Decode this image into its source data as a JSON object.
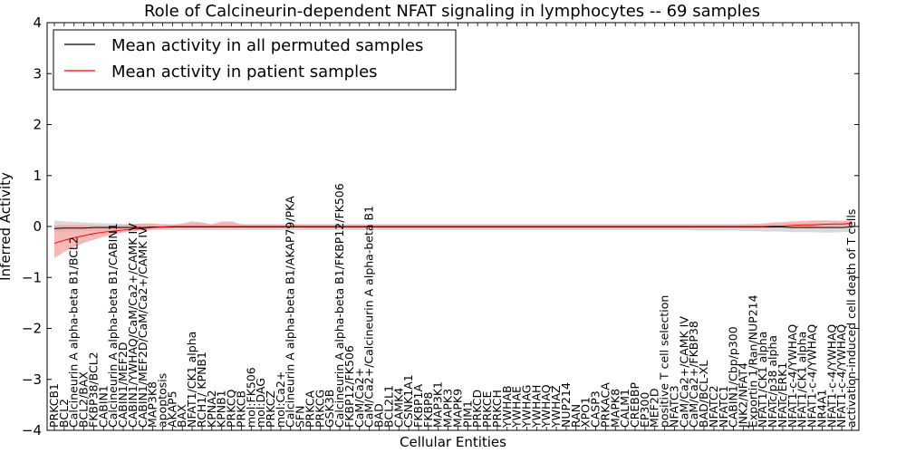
{
  "chart_data": {
    "type": "line",
    "title": "Role of Calcineurin-dependent NFAT signaling in lymphocytes -- 69 samples",
    "xlabel": "Cellular Entities",
    "ylabel": "Inferred Activity",
    "ylim": [
      -4,
      4
    ],
    "yticks": [
      -4,
      -3,
      -2,
      -1,
      0,
      1,
      2,
      3,
      4
    ],
    "legend": {
      "position": "top-left",
      "entries": [
        {
          "label": "Mean activity in all permuted samples",
          "color": "#000000"
        },
        {
          "label": "Mean activity in patient samples",
          "color": "#ff0000"
        }
      ]
    },
    "categories": [
      "PRKCB1",
      "BCL2",
      "Calcineurin A alpha-beta B1/BCL2",
      "BCL2/BAX",
      "FKBP38/BCL2",
      "CABIN1",
      "Calcineurin A alpha-beta B1/CABIN1",
      "CABIN1/MEF2D",
      "CABIN1/YWHAQ/CaM/Ca2+/CAMK IV",
      "CABIN1/MEF2D/CaM/Ca2+/CAMK IV",
      "MAP3K8",
      "apoptosis",
      "AKAP5",
      "BAX",
      "NFAT1/CK1 alpha",
      "RCH1/ KPNB1",
      "KPNA2",
      "KPNB1",
      "PRKCQ",
      "PRKCB",
      "mol:FK506",
      "mol:DAG",
      "PRKCZ",
      "mol:Ca2+",
      "Calcineurin A alpha-beta B1/AKAP79/PKA",
      "SFN",
      "PRKCA",
      "PRKCG",
      "GSK3B",
      "Calcineurin A alpha-beta B1/FKBP12/FK506",
      "FKBP12/FK506",
      "CaM/Ca2+",
      "CaM/Ca2+/Calcineurin A alpha-beta B1",
      "BAD",
      "BCL2L1",
      "CAMK4",
      "CSNK1A1",
      "FKBP1A",
      "FKBP8",
      "MAP3K1",
      "MAPK3",
      "MAPK9",
      "PIM1",
      "PRKCD",
      "PRKCE",
      "PRKCH",
      "YWHAB",
      "YWHAE",
      "YWHAG",
      "YWHAH",
      "YWHAQ",
      "YWHAZ",
      "NUP214",
      "RAN",
      "XPO1",
      "CASP3",
      "PRKACA",
      "MAPK8",
      "CALM1",
      "CREBBP",
      "EP300",
      "MEF2D",
      "positive T cell selection",
      "NFATC3",
      "CaM/Ca2+/CAMK IV",
      "CaM/Ca2+/FKBP38",
      "BAD/BCL-XL",
      "NFATC2",
      "NFATC1",
      "CABIN1/Cbp/p300",
      "JNK2/NFAT4",
      "Exportin 1/Ran/NUP214",
      "NFAT1/CK1 alpha",
      "NFATc/p38 alpha",
      "NFATc/ERK1",
      "NFAT1-c-4/YWHAQ",
      "NFAT1/CK1 alpha",
      "NFAT1-c-4/YWHAQ",
      "NR4A1",
      "NFAT1-c-4/YWHAQ",
      "NFAT1-c-4/YWHAQ",
      "activation-induced cell death of T cells"
    ],
    "series": [
      {
        "name": "Mean activity in all permuted samples",
        "color": "#000000",
        "values": [
          -0.04,
          -0.03,
          -0.03,
          -0.03,
          -0.02,
          -0.02,
          -0.02,
          -0.02,
          -0.02,
          -0.02,
          -0.01,
          -0.01,
          -0.01,
          -0.01,
          -0.01,
          -0.01,
          -0.01,
          -0.01,
          -0.01,
          -0.01,
          -0.01,
          -0.01,
          -0.01,
          -0.01,
          -0.01,
          -0.01,
          -0.01,
          -0.01,
          -0.01,
          -0.01,
          -0.01,
          -0.01,
          -0.01,
          -0.01,
          -0.01,
          -0.01,
          -0.01,
          -0.01,
          -0.01,
          -0.01,
          -0.01,
          -0.01,
          -0.01,
          -0.01,
          -0.01,
          -0.01,
          -0.01,
          -0.01,
          -0.01,
          -0.01,
          -0.01,
          -0.01,
          -0.01,
          -0.01,
          -0.01,
          -0.01,
          -0.01,
          -0.01,
          -0.01,
          -0.01,
          -0.01,
          -0.01,
          -0.01,
          -0.01,
          -0.01,
          -0.01,
          -0.01,
          -0.01,
          -0.01,
          -0.01,
          -0.01,
          -0.01,
          -0.01,
          -0.01,
          -0.01,
          -0.02,
          -0.02,
          -0.02,
          -0.02,
          -0.02,
          -0.02,
          -0.01
        ],
        "band": {
          "color": "#cccccc",
          "lower": [
            -0.11,
            -0.1,
            -0.1,
            -0.09,
            -0.09,
            -0.08,
            -0.08,
            -0.08,
            -0.08,
            -0.08,
            -0.07,
            -0.07,
            -0.07,
            -0.07,
            -0.07,
            -0.07,
            -0.07,
            -0.07,
            -0.07,
            -0.07,
            -0.07,
            -0.07,
            -0.07,
            -0.07,
            -0.07,
            -0.07,
            -0.07,
            -0.07,
            -0.07,
            -0.07,
            -0.07,
            -0.07,
            -0.07,
            -0.07,
            -0.07,
            -0.07,
            -0.07,
            -0.07,
            -0.07,
            -0.07,
            -0.07,
            -0.07,
            -0.07,
            -0.07,
            -0.07,
            -0.07,
            -0.07,
            -0.07,
            -0.07,
            -0.07,
            -0.07,
            -0.07,
            -0.07,
            -0.07,
            -0.07,
            -0.07,
            -0.07,
            -0.07,
            -0.07,
            -0.07,
            -0.07,
            -0.07,
            -0.07,
            -0.07,
            -0.07,
            -0.08,
            -0.08,
            -0.08,
            -0.08,
            -0.08,
            -0.09,
            -0.09,
            -0.1,
            -0.1,
            -0.1,
            -0.11,
            -0.11,
            -0.11,
            -0.12,
            -0.12,
            -0.11,
            -0.1
          ],
          "upper": [
            0.12,
            0.1,
            0.09,
            0.08,
            0.07,
            0.06,
            0.06,
            0.05,
            0.05,
            0.05,
            0.05,
            0.05,
            0.05,
            0.05,
            0.05,
            0.05,
            0.05,
            0.05,
            0.05,
            0.05,
            0.05,
            0.05,
            0.05,
            0.05,
            0.05,
            0.05,
            0.05,
            0.05,
            0.05,
            0.05,
            0.05,
            0.05,
            0.05,
            0.05,
            0.05,
            0.05,
            0.05,
            0.05,
            0.05,
            0.05,
            0.05,
            0.05,
            0.05,
            0.05,
            0.05,
            0.05,
            0.05,
            0.05,
            0.05,
            0.05,
            0.05,
            0.05,
            0.05,
            0.05,
            0.05,
            0.05,
            0.05,
            0.05,
            0.05,
            0.05,
            0.05,
            0.05,
            0.05,
            0.05,
            0.05,
            0.05,
            0.05,
            0.05,
            0.05,
            0.05,
            0.05,
            0.05,
            0.05,
            0.05,
            0.05,
            0.06,
            0.06,
            0.06,
            0.06,
            0.06,
            0.06,
            0.06
          ]
        }
      },
      {
        "name": "Mean activity in patient samples",
        "color": "#ff0000",
        "values": [
          -0.33,
          -0.27,
          -0.22,
          -0.18,
          -0.14,
          -0.11,
          -0.09,
          -0.07,
          -0.05,
          -0.04,
          -0.02,
          -0.01,
          0.0,
          0.0,
          0.0,
          0.0,
          0.0,
          0.0,
          0.0,
          0.0,
          0.0,
          0.0,
          0.0,
          0.0,
          0.0,
          0.0,
          0.0,
          0.0,
          0.0,
          0.0,
          0.0,
          0.0,
          0.0,
          0.0,
          0.0,
          0.0,
          0.0,
          0.0,
          0.0,
          0.0,
          0.0,
          0.0,
          0.0,
          0.0,
          0.0,
          0.0,
          0.0,
          0.0,
          0.0,
          0.0,
          0.0,
          0.0,
          0.0,
          0.0,
          0.0,
          0.0,
          0.0,
          0.0,
          0.0,
          0.0,
          0.0,
          0.0,
          0.0,
          0.0,
          0.0,
          0.0,
          0.0,
          0.0,
          0.0,
          0.0,
          0.0,
          0.0,
          0.0,
          0.01,
          0.01,
          0.02,
          0.03,
          0.03,
          0.04,
          0.05,
          0.05,
          0.06
        ],
        "band": {
          "color": "#f4a0a0",
          "lower": [
            -0.62,
            -0.5,
            -0.4,
            -0.32,
            -0.26,
            -0.2,
            -0.16,
            -0.12,
            -0.09,
            -0.07,
            -0.05,
            -0.04,
            -0.03,
            -0.03,
            -0.03,
            -0.03,
            -0.03,
            -0.03,
            -0.03,
            -0.03,
            -0.03,
            -0.03,
            -0.03,
            -0.03,
            -0.03,
            -0.03,
            -0.03,
            -0.03,
            -0.03,
            -0.03,
            -0.03,
            -0.03,
            -0.03,
            -0.03,
            -0.03,
            -0.03,
            -0.03,
            -0.03,
            -0.03,
            -0.03,
            -0.03,
            -0.03,
            -0.03,
            -0.03,
            -0.03,
            -0.03,
            -0.03,
            -0.03,
            -0.03,
            -0.03,
            -0.03,
            -0.03,
            -0.03,
            -0.03,
            -0.03,
            -0.03,
            -0.03,
            -0.03,
            -0.03,
            -0.03,
            -0.03,
            -0.03,
            -0.03,
            -0.03,
            -0.03,
            -0.03,
            -0.03,
            -0.03,
            -0.03,
            -0.03,
            -0.03,
            -0.03,
            -0.03,
            -0.03,
            -0.02,
            -0.02,
            -0.02,
            -0.02,
            -0.01,
            -0.01,
            0.0,
            0.0
          ],
          "upper": [
            0.02,
            0.03,
            0.03,
            0.03,
            0.02,
            0.02,
            0.02,
            0.03,
            0.05,
            0.06,
            0.06,
            0.04,
            0.03,
            0.06,
            0.1,
            0.08,
            0.04,
            0.1,
            0.1,
            0.04,
            0.03,
            0.03,
            0.03,
            0.03,
            0.03,
            0.03,
            0.03,
            0.03,
            0.03,
            0.03,
            0.03,
            0.03,
            0.03,
            0.03,
            0.03,
            0.03,
            0.03,
            0.03,
            0.03,
            0.03,
            0.03,
            0.03,
            0.03,
            0.03,
            0.03,
            0.03,
            0.03,
            0.03,
            0.03,
            0.03,
            0.03,
            0.03,
            0.03,
            0.03,
            0.03,
            0.03,
            0.03,
            0.03,
            0.03,
            0.03,
            0.03,
            0.03,
            0.03,
            0.03,
            0.03,
            0.03,
            0.03,
            0.03,
            0.03,
            0.03,
            0.04,
            0.05,
            0.06,
            0.08,
            0.09,
            0.1,
            0.11,
            0.12,
            0.12,
            0.12,
            0.11,
            0.12
          ]
        }
      }
    ],
    "grid": false
  }
}
